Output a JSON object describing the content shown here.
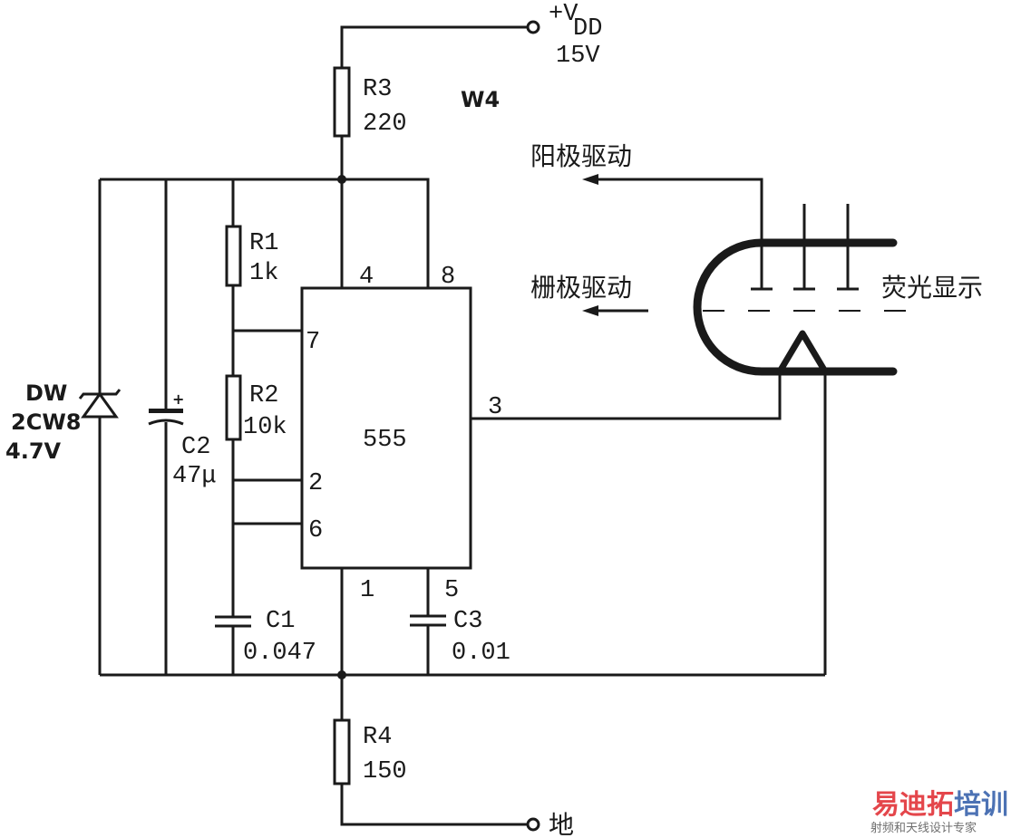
{
  "supply": {
    "label_v": "+V",
    "label_sub": "DD",
    "voltage": "15V"
  },
  "title_tag": "W4",
  "components": {
    "R3": {
      "name": "R3",
      "value": "220"
    },
    "R1": {
      "name": "R1",
      "value": "1k"
    },
    "R2": {
      "name": "R2",
      "value": "10k"
    },
    "R4": {
      "name": "R4",
      "value": "150"
    },
    "C1": {
      "name": "C1",
      "value": "0.047"
    },
    "C2": {
      "name": "C2",
      "value": "47μ",
      "polarity": "+"
    },
    "C3": {
      "name": "C3",
      "value": "0.01"
    },
    "DW": {
      "name": "DW",
      "part": "2CW8",
      "value": "4.7V"
    },
    "IC": {
      "name": "555",
      "pins": {
        "p4": "4",
        "p8": "8",
        "p7": "7",
        "p2": "2",
        "p6": "6",
        "p3": "3",
        "p1": "1",
        "p5": "5"
      }
    }
  },
  "labels": {
    "anode_drive": "阳极驱动",
    "grid_drive": "栅极驱动",
    "vfd": "荧光显示",
    "ground": "地"
  },
  "watermark": {
    "brand_a": "易迪拓",
    "brand_b": "培训",
    "tagline": "射频和天线设计专家",
    "color_a": "#e0262c",
    "color_b": "#2d5aa8"
  }
}
